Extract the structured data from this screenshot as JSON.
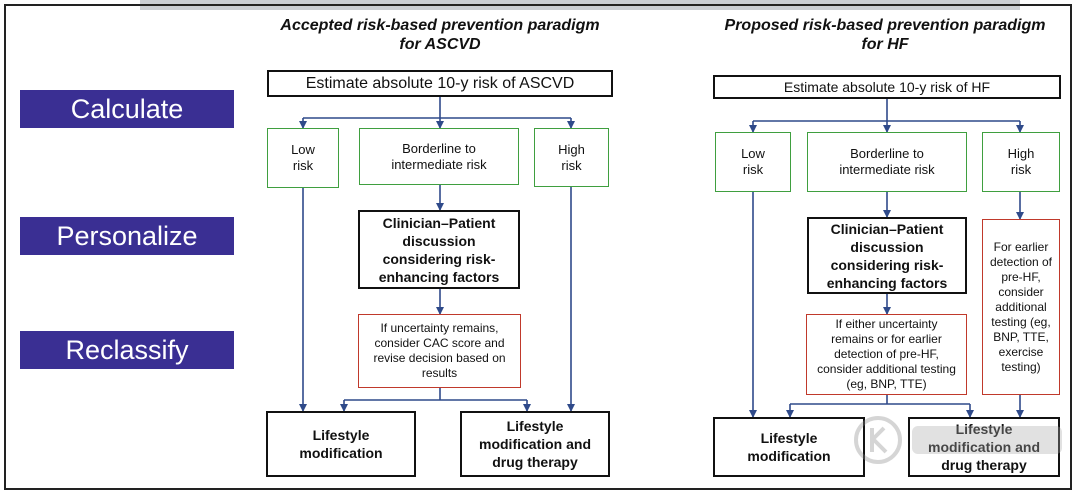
{
  "stages": [
    "Calculate",
    "Personalize",
    "Reclassify"
  ],
  "left": {
    "title": "Accepted risk-based prevention paradigm\nfor ASCVD",
    "estimate": "Estimate absolute 10-y risk of ASCVD",
    "low": "Low\nrisk",
    "borderline": "Borderline to\nintermediate risk",
    "high": "High\nrisk",
    "discussion": "Clinician–Patient\ndiscussion\nconsidering risk-\nenhancing factors",
    "reclassify": "If uncertainty remains,\nconsider CAC score and\nrevise decision based on\nresults",
    "lifestyle": "Lifestyle\nmodification",
    "drug": "Lifestyle\nmodification and\ndrug therapy"
  },
  "right": {
    "title": "Proposed risk-based prevention paradigm\nfor HF",
    "estimate": "Estimate absolute 10-y risk of HF",
    "low": "Low\nrisk",
    "borderline": "Borderline to\nintermediate risk",
    "high": "High\nrisk",
    "discussion": "Clinician–Patient\ndiscussion\nconsidering risk-\nenhancing factors",
    "high_test": "For earlier\ndetection of\npre-HF,\nconsider\nadditional\ntesting (eg,\nBNP, TTE,\nexercise\ntesting)",
    "reclassify": "If either uncertainty\nremains or for earlier\ndetection of pre-HF,\nconsider additional testing\n(eg, BNP, TTE)",
    "lifestyle": "Lifestyle\nmodification",
    "drug": "Lifestyle\nmodification and\ndrug therapy"
  },
  "colors": {
    "stage_bg": "#3a2f93",
    "arrow": "#2f4a8a",
    "green_border": "#3f9f3f",
    "red_border": "#c0392b"
  }
}
